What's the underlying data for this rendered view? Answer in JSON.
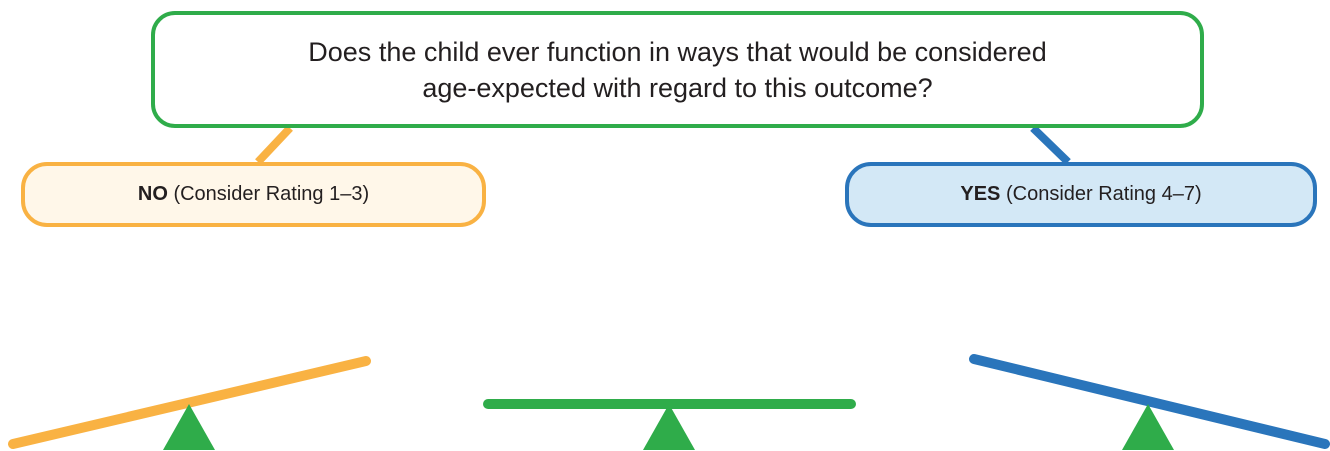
{
  "question": {
    "text": "Does the child ever function in ways that would be considered age-expected with regard to this outcome?"
  },
  "answers": {
    "no": {
      "keyword": "NO",
      "detail": "(Consider Rating 1–3)"
    },
    "yes": {
      "keyword": "YES",
      "detail": "(Consider Rating 4–7)"
    }
  },
  "colors": {
    "question_border": "#2fac4a",
    "no_color": "#f9b243",
    "no_fill": "#fff7e9",
    "yes_color": "#2a75bb",
    "yes_fill": "#d3e8f6",
    "balanced_color": "#2fac4a",
    "fulcrum_color": "#2fac4a"
  },
  "seesaws": [
    {
      "name": "no-seesaw",
      "tilt": "low-left",
      "color": "#f9b243"
    },
    {
      "name": "balanced-seesaw",
      "tilt": "level",
      "color": "#2fac4a"
    },
    {
      "name": "yes-seesaw",
      "tilt": "low-right",
      "color": "#2a75bb"
    }
  ]
}
